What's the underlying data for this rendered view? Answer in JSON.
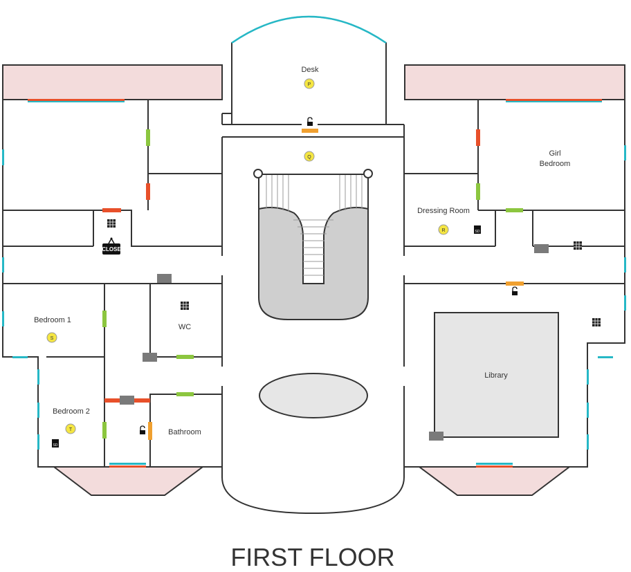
{
  "floor_title": "FIRST FLOOR",
  "rooms": {
    "desk": "Desk",
    "girl_bedroom_line1": "Girl",
    "girl_bedroom_line2": "Bedroom",
    "dressing_room": "Dressing Room",
    "bedroom_1": "Bedroom 1",
    "wc": "WC",
    "bedroom_2": "Bedroom 2",
    "bathroom": "Bathroom",
    "library": "Library"
  },
  "markers": [
    "P",
    "Q",
    "R",
    "S",
    "T"
  ],
  "signs": {
    "close_sign": "CLOSE",
    "sd_card_a": "SD",
    "sd_card_b": "SD"
  },
  "colors": {
    "wall": "#333333",
    "window_red": "#e8502a",
    "window_cyan": "#26b8c6",
    "door_green": "#8cc63f",
    "door_orange": "#f0a030",
    "balcony_pink": "#f3dcdc",
    "stair_gray": "#cfcfcf",
    "library_fill": "#e6e6e6",
    "box_gray": "#7a7a7a",
    "marker_yellow": "#f5e642"
  }
}
